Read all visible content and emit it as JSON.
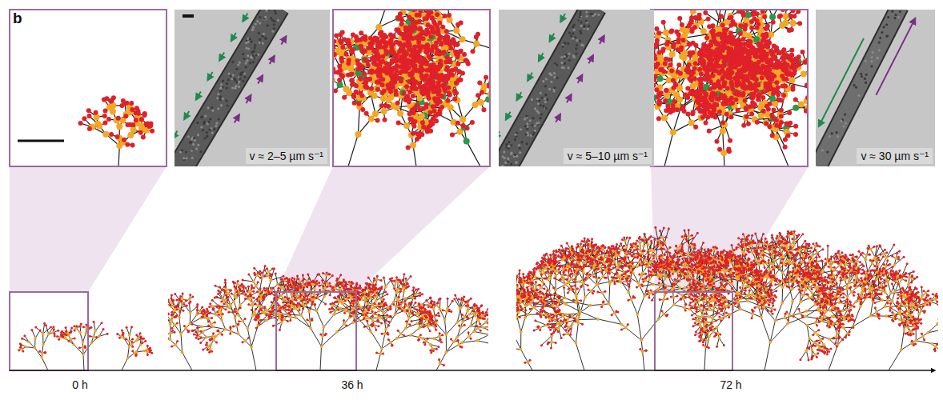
{
  "diagram": {
    "labels": [
      "b",
      "v ≈ 2–5 µm s⁻¹",
      "v ≈ 5–10 µm s⁻¹",
      "v ≈ 30 µm s⁻¹",
      "0 h",
      "36 h",
      "72 h"
    ]
  }
}
